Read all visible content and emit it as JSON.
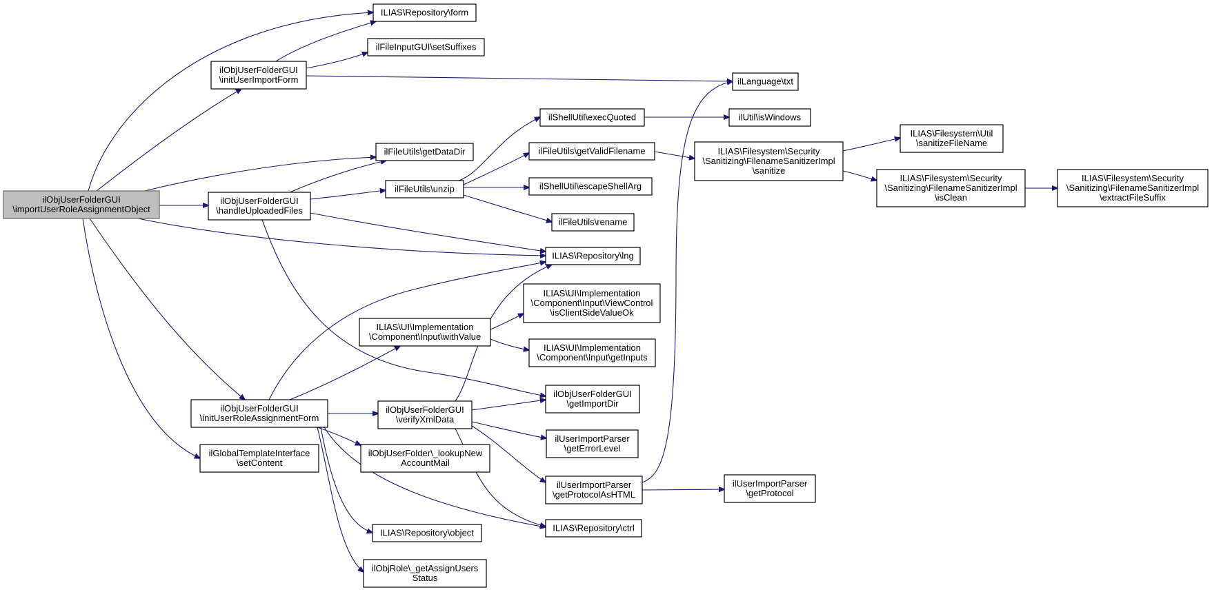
{
  "graph": {
    "colors": {
      "edge": "#191970",
      "node_border": "#000000",
      "root_fill": "#bfbfbf",
      "node_fill": "#ffffff"
    },
    "nodes": [
      {
        "id": "n0",
        "lines": [
          "ilObjUserFolderGUI",
          "\\importUserRoleAssignmentObject"
        ],
        "root": true
      },
      {
        "id": "n1",
        "lines": [
          "ILIAS\\Repository\\form"
        ]
      },
      {
        "id": "n2",
        "lines": [
          "ilObjUserFolderGUI",
          "\\initUserImportForm"
        ]
      },
      {
        "id": "n3",
        "lines": [
          "ilFileInputGUI\\setSuffixes"
        ]
      },
      {
        "id": "n4",
        "lines": [
          "ilLanguage\\txt"
        ]
      },
      {
        "id": "n5",
        "lines": [
          "ilFileUtils\\getDataDir"
        ]
      },
      {
        "id": "n6",
        "lines": [
          "ilObjUserFolderGUI",
          "\\handleUploadedFiles"
        ]
      },
      {
        "id": "n7",
        "lines": [
          "ilFileUtils\\unzip"
        ]
      },
      {
        "id": "n8",
        "lines": [
          "ilShellUtil\\execQuoted"
        ]
      },
      {
        "id": "n9",
        "lines": [
          "ilUtil\\isWindows"
        ]
      },
      {
        "id": "n10",
        "lines": [
          "ilFileUtils\\getValidFilename"
        ]
      },
      {
        "id": "n11",
        "lines": [
          "ILIAS\\Filesystem\\Security",
          "\\Sanitizing\\FilenameSanitizerImpl",
          "\\sanitize"
        ]
      },
      {
        "id": "n12",
        "lines": [
          "ILIAS\\Filesystem\\Util",
          "\\sanitizeFileName"
        ]
      },
      {
        "id": "n13",
        "lines": [
          "ILIAS\\Filesystem\\Security",
          "\\Sanitizing\\FilenameSanitizerImpl",
          "\\isClean"
        ]
      },
      {
        "id": "n14",
        "lines": [
          "ILIAS\\Filesystem\\Security",
          "\\Sanitizing\\FilenameSanitizerImpl",
          "\\extractFileSuffix"
        ]
      },
      {
        "id": "n15",
        "lines": [
          "ilShellUtil\\escapeShellArg"
        ]
      },
      {
        "id": "n16",
        "lines": [
          "ilFileUtils\\rename"
        ]
      },
      {
        "id": "n17",
        "lines": [
          "ILIAS\\Repository\\lng"
        ]
      },
      {
        "id": "n18",
        "lines": [
          "ILIAS\\UI\\Implementation",
          "\\Component\\Input\\withValue"
        ]
      },
      {
        "id": "n19",
        "lines": [
          "ILIAS\\UI\\Implementation",
          "\\Component\\Input\\ViewControl",
          "\\isClientSideValueOk"
        ]
      },
      {
        "id": "n20",
        "lines": [
          "ILIAS\\UI\\Implementation",
          "\\Component\\Input\\getInputs"
        ]
      },
      {
        "id": "n21",
        "lines": [
          "ilObjUserFolderGUI",
          "\\initUserRoleAssignmentForm"
        ]
      },
      {
        "id": "n22",
        "lines": [
          "ilObjUserFolderGUI",
          "\\verifyXmlData"
        ]
      },
      {
        "id": "n23",
        "lines": [
          "ilObjUserFolderGUI",
          "\\getImportDir"
        ]
      },
      {
        "id": "n24",
        "lines": [
          "ilUserImportParser",
          "\\getErrorLevel"
        ]
      },
      {
        "id": "n25",
        "lines": [
          "ilUserImportParser",
          "\\getProtocolAsHTML"
        ]
      },
      {
        "id": "n26",
        "lines": [
          "ilUserImportParser",
          "\\getProtocol"
        ]
      },
      {
        "id": "n27",
        "lines": [
          "ilGlobalTemplateInterface",
          "\\setContent"
        ]
      },
      {
        "id": "n28",
        "lines": [
          "ilObjUserFolder\\_lookupNew",
          "AccountMail"
        ]
      },
      {
        "id": "n29",
        "lines": [
          "ILIAS\\Repository\\ctrl"
        ]
      },
      {
        "id": "n30",
        "lines": [
          "ILIAS\\Repository\\object"
        ]
      },
      {
        "id": "n31",
        "lines": [
          "ilObjRole\\_getAssignUsers",
          "Status"
        ]
      }
    ],
    "edges": [
      [
        "n0",
        "n1"
      ],
      [
        "n0",
        "n2"
      ],
      [
        "n0",
        "n5"
      ],
      [
        "n0",
        "n6"
      ],
      [
        "n0",
        "n17"
      ],
      [
        "n0",
        "n21"
      ],
      [
        "n0",
        "n27"
      ],
      [
        "n2",
        "n1"
      ],
      [
        "n2",
        "n3"
      ],
      [
        "n2",
        "n4"
      ],
      [
        "n6",
        "n5"
      ],
      [
        "n6",
        "n7"
      ],
      [
        "n6",
        "n17"
      ],
      [
        "n6",
        "n23"
      ],
      [
        "n7",
        "n8"
      ],
      [
        "n7",
        "n10"
      ],
      [
        "n7",
        "n15"
      ],
      [
        "n7",
        "n16"
      ],
      [
        "n8",
        "n9"
      ],
      [
        "n10",
        "n11"
      ],
      [
        "n11",
        "n12"
      ],
      [
        "n11",
        "n13"
      ],
      [
        "n13",
        "n14"
      ],
      [
        "n18",
        "n19"
      ],
      [
        "n18",
        "n20"
      ],
      [
        "n21",
        "n17"
      ],
      [
        "n21",
        "n18"
      ],
      [
        "n21",
        "n22"
      ],
      [
        "n21",
        "n28"
      ],
      [
        "n21",
        "n29"
      ],
      [
        "n21",
        "n30"
      ],
      [
        "n21",
        "n31"
      ],
      [
        "n22",
        "n17"
      ],
      [
        "n22",
        "n23"
      ],
      [
        "n22",
        "n24"
      ],
      [
        "n22",
        "n25"
      ],
      [
        "n22",
        "n29"
      ],
      [
        "n25",
        "n4"
      ],
      [
        "n25",
        "n26"
      ]
    ]
  }
}
